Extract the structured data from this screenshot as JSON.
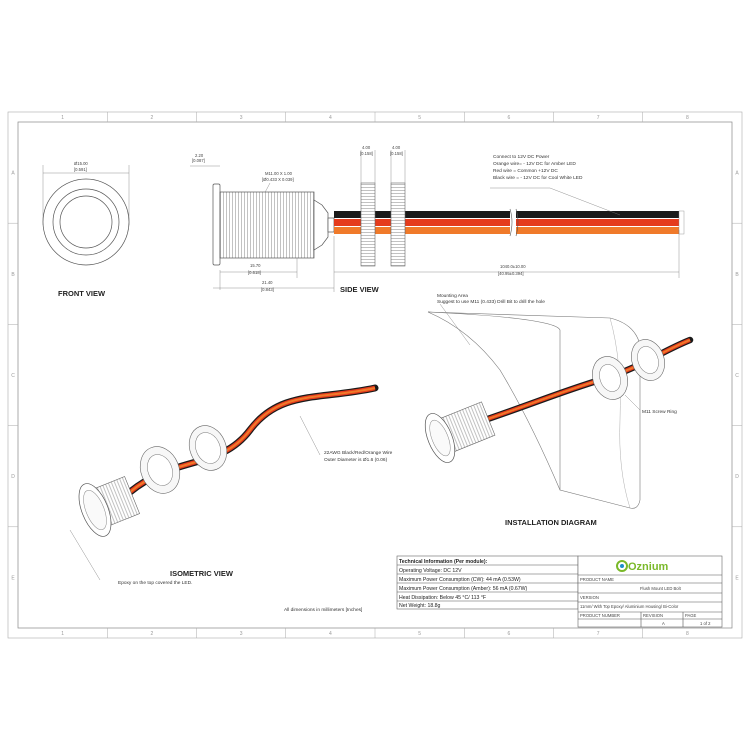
{
  "views": {
    "front": "FRONT VIEW",
    "side": "SIDE VIEW",
    "isometric": "ISOMETRIC VIEW",
    "installation": "INSTALLATION DIAGRAM"
  },
  "dimensions": {
    "front_dia": "Ø15.00",
    "front_dia_in": "[0.591]",
    "flange": "2.20",
    "flange_in": "[0.087]",
    "thread": "M11.00 X 1.00",
    "thread_in": "[Ø0.433 X 0.039]",
    "body_len": "15.70",
    "body_len_in": "[0.618]",
    "total_len": "21.40",
    "total_len_in": "[0.843]",
    "ring1": "4.00",
    "ring1_in": "[0.158]",
    "ring2": "4.00",
    "ring2_in": "[0.158]",
    "wire_len": "1040.0±10.00",
    "wire_len_in": "[40.95±0.394]"
  },
  "notes": {
    "wiring": [
      "Connect to 12V DC Power",
      "Orange wire= - 12V DC for Amber LED",
      "Red wire = Common +12V DC",
      "Black wire = - 12V DC for Cool White LED"
    ],
    "mounting": [
      "Mounting Area",
      "Suggest to use M11 (0.433) Drill Bit to drill the hole"
    ],
    "screw_ring": "M11 Screw Ring",
    "wire_spec": [
      "22AWG Black/Red/Orange Wire",
      "Outer Diameter is Ø1.6 (0.06)"
    ],
    "epoxy": "Epoxy on the top covered the LED.",
    "units": "All dimensions in millimeters [Inches]"
  },
  "tech_info": {
    "title": "Technical Information (Per module):",
    "rows": [
      "Operating Voltage: DC 12V",
      "Maximum Power Consumption (CW): 44 mA (0.53W)",
      "Maximum Power Consumption (Amber): 56 mA (0.67W)",
      "Heat Dissipation: Below 45 °C/ 113 °F",
      "Net Weight: 18.8g"
    ]
  },
  "title_block": {
    "brand": "Oznium",
    "product_name_label": "PRODUCT NAME",
    "product_name": "Flush Mount LED Bolt",
    "version_label": "VERSION",
    "version": "11mm/ With Top Epoxy/ Aluminium Housing/ Bi-Color",
    "product_number_label": "PRODUCT NUMBER",
    "revision_label": "REVISION",
    "revision": "A",
    "page_label": "PAGE",
    "page": "1 of 2"
  },
  "border": {
    "numbers": [
      "1",
      "2",
      "3",
      "4",
      "5",
      "6",
      "7",
      "8"
    ],
    "letters": [
      "A",
      "B",
      "C",
      "D",
      "E"
    ]
  },
  "colors": {
    "black_wire": "#1a1a1a",
    "red_wire": "#e53b1c",
    "orange_wire": "#f07a2a",
    "brand_green": "#7ab929",
    "brand_blue": "#1c8fc9"
  }
}
